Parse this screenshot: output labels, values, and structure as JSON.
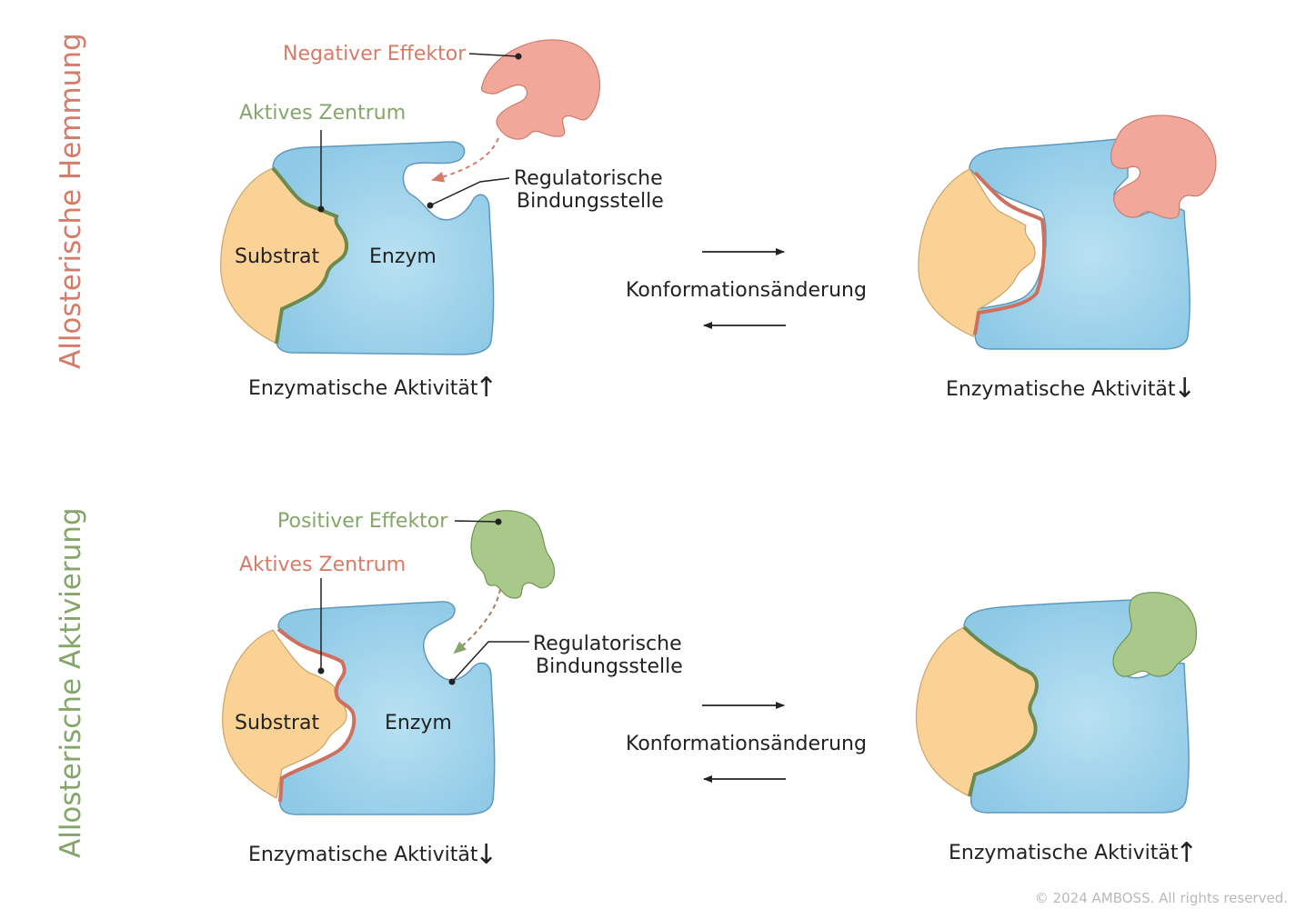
{
  "colors": {
    "enzyme": "#8ec9e6",
    "enzyme_center": "#b9e1f2",
    "enzyme_edge": "#5e98bc",
    "substrate": "#fbd295",
    "substrate_edge": "#c9a36a",
    "negative": "#f1a89b",
    "negative_edge": "#cf7a6c",
    "positive": "#a8c98a",
    "positive_edge": "#6f9552",
    "inhibition_title": "#d77b69",
    "activation_title": "#85a669",
    "text": "#222222"
  },
  "copyright": "© 2024 AMBOSS. All rights reserved.",
  "panels": {
    "inhibition": {
      "side_title": "Allosterische Hemmung",
      "effector_label": "Negativer Effektor",
      "active_site_label": "Aktives Zentrum",
      "regulatory_site_label_1": "Regulatorische",
      "regulatory_site_label_2": "Bindungsstelle",
      "substrate_label": "Substrat",
      "enzyme_label": "Enzym",
      "conformation_label": "Konformationsänderung",
      "activity_left": "Enzymatische Aktivität",
      "activity_left_arrow": "↑",
      "activity_right": "Enzymatische Aktivität",
      "activity_right_arrow": "↓"
    },
    "activation": {
      "side_title": "Allosterische Aktivierung",
      "effector_label": "Positiver Effektor",
      "active_site_label": "Aktives Zentrum",
      "regulatory_site_label_1": "Regulatorische",
      "regulatory_site_label_2": "Bindungsstelle",
      "substrate_label": "Substrat",
      "enzyme_label": "Enzym",
      "conformation_label": "Konformationsänderung",
      "activity_left": "Enzymatische Aktivität",
      "activity_left_arrow": "↓",
      "activity_right": "Enzymatische Aktivität",
      "activity_right_arrow": "↑"
    }
  }
}
